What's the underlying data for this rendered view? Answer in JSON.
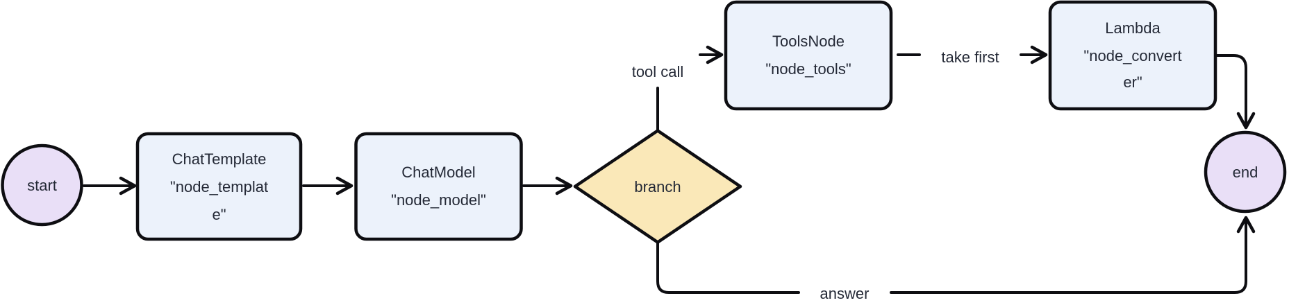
{
  "diagram": {
    "type": "flowchart",
    "direction": "left-to-right",
    "colors": {
      "background": "#ffffff",
      "process_fill": "#ecf2fb",
      "decision_fill": "#fae8b8",
      "terminal_fill": "#e9dff7",
      "stroke": "#0e0e12",
      "text": "#242936"
    },
    "nodes": {
      "start": {
        "shape": "circle",
        "label": "start"
      },
      "chat_template": {
        "shape": "rounded-box",
        "lines": [
          "ChatTemplate",
          "\"node_templat",
          "e\""
        ]
      },
      "chat_model": {
        "shape": "rounded-box",
        "lines": [
          "ChatModel",
          "\"node_model\""
        ]
      },
      "branch": {
        "shape": "diamond",
        "label": "branch"
      },
      "tools_node": {
        "shape": "rounded-box",
        "lines": [
          "ToolsNode",
          "\"node_tools\""
        ]
      },
      "lambda": {
        "shape": "rounded-box",
        "lines": [
          "Lambda",
          "\"node_convert",
          "er\""
        ]
      },
      "end": {
        "shape": "circle",
        "label": "end"
      }
    },
    "edges": [
      {
        "from": "start",
        "to": "chat_template",
        "label": ""
      },
      {
        "from": "chat_template",
        "to": "chat_model",
        "label": ""
      },
      {
        "from": "chat_model",
        "to": "branch",
        "label": ""
      },
      {
        "from": "branch",
        "to": "tools_node",
        "label": "tool call"
      },
      {
        "from": "tools_node",
        "to": "lambda",
        "label": "take first"
      },
      {
        "from": "lambda",
        "to": "end",
        "label": ""
      },
      {
        "from": "branch",
        "to": "end",
        "label": "answer"
      }
    ]
  }
}
